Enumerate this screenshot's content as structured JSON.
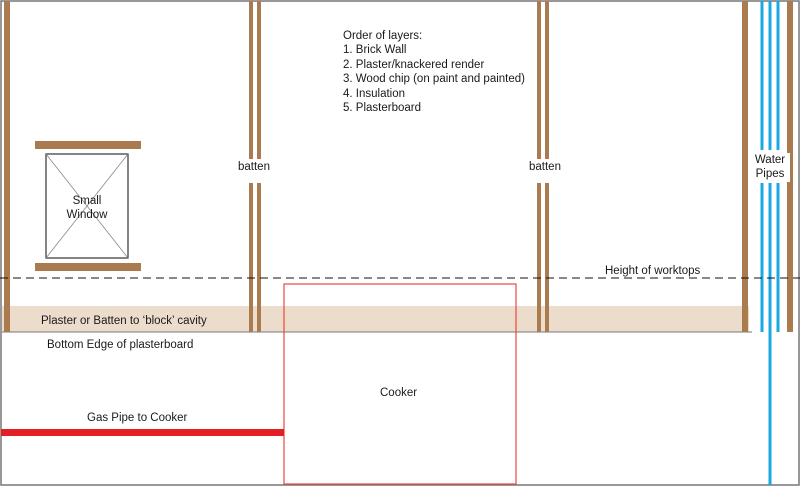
{
  "layers": {
    "heading": "Order of layers:",
    "items": [
      "1. Brick Wall",
      "2. Plaster/knackered render",
      "3. Wood chip (on paint and painted)",
      "4. Insulation",
      "5. Plasterboard"
    ]
  },
  "labels": {
    "batten_left": "batten",
    "batten_right": "batten",
    "small_window_line1": "Small",
    "small_window_line2": "Window",
    "water_pipes_line1": "Water",
    "water_pipes_line2": "Pipes",
    "height_of_worktops": "Height of worktops",
    "block_cavity": "Plaster or Batten to ‘block’ cavity",
    "bottom_edge": "Bottom Edge of plasterboard",
    "gas_pipe": "Gas Pipe to Cooker",
    "cooker": "Cooker"
  },
  "colors": {
    "batten_wood": "#a97b4f",
    "cavity_band": "#ecdccb",
    "water_pipe": "#1ba8e0",
    "gas_pipe": "#e31e24",
    "cooker_outline": "#e8483f",
    "frame": "#555555"
  }
}
